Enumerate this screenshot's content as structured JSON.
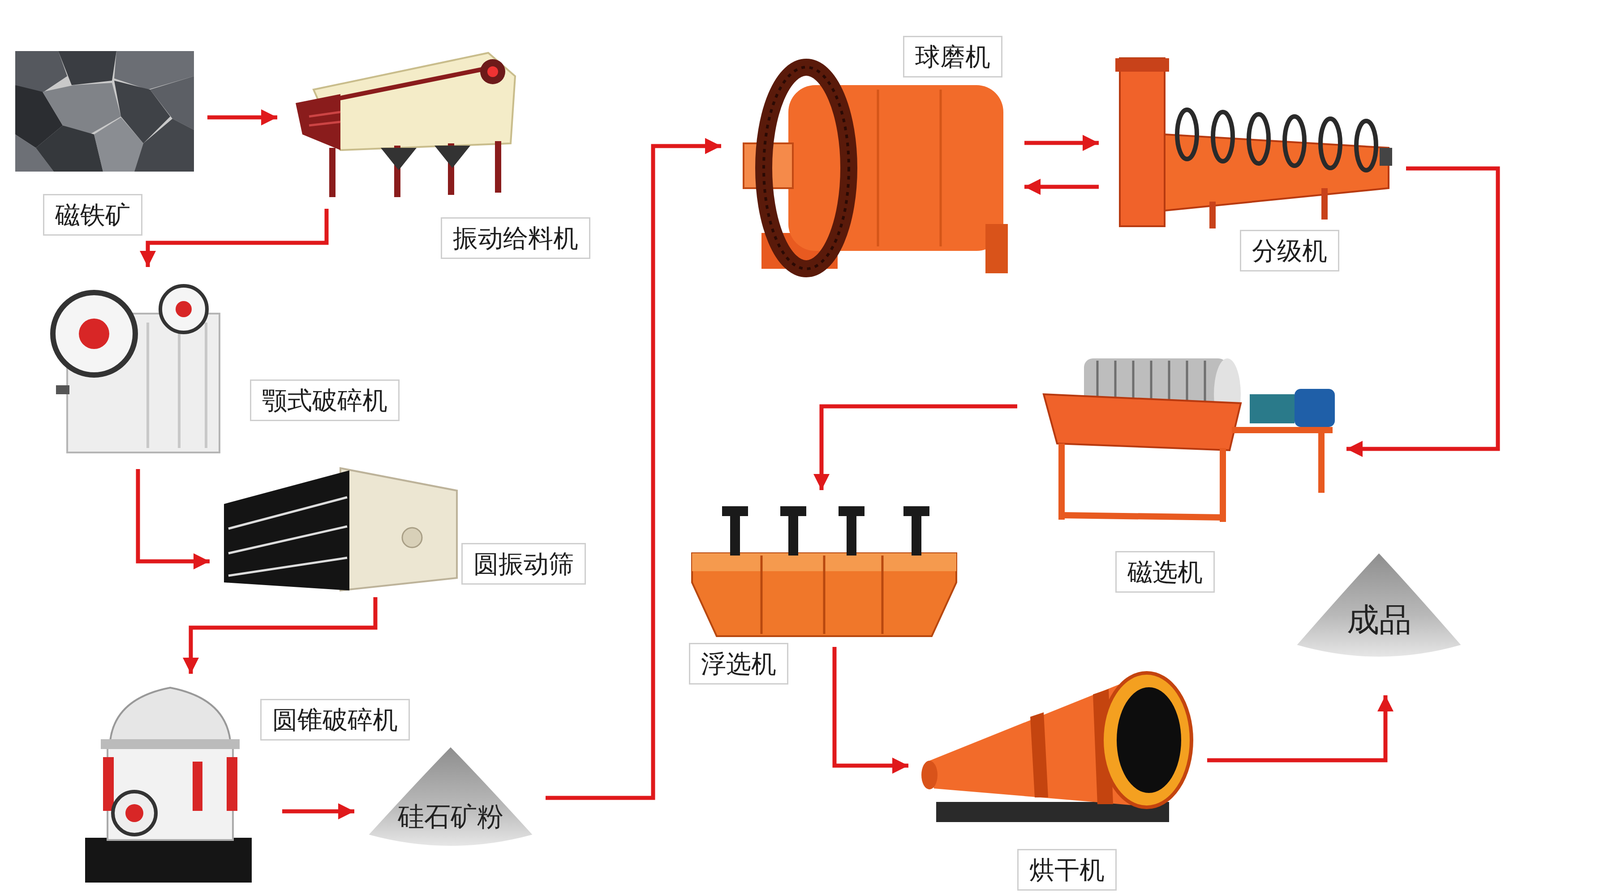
{
  "diagram": {
    "nodes": [
      {
        "text": [
          "磁铁矿"
        ]
      },
      {
        "text": [
          "振动给料机"
        ]
      },
      {
        "text": [
          "颚式破碎机"
        ]
      },
      {
        "text": [
          "圆振动筛"
        ]
      },
      {
        "text": [
          "圆锥破碎机"
        ]
      },
      {
        "text": [
          "硅石矿粉"
        ]
      },
      {
        "text": [
          "球磨机"
        ]
      },
      {
        "text": [
          "分级机"
        ]
      },
      {
        "text": [
          "磁选机"
        ]
      },
      {
        "text": [
          "浮选机"
        ]
      },
      {
        "text": [
          "烘干机"
        ]
      },
      {
        "text": [
          "成品"
        ]
      }
    ],
    "edges": [
      {
        "from": 0,
        "to": 1,
        "arrow": "to"
      },
      {
        "from": 1,
        "to": 2,
        "arrow": "to"
      },
      {
        "from": 2,
        "to": 3,
        "arrow": "to"
      },
      {
        "from": 3,
        "to": 4,
        "arrow": "to"
      },
      {
        "from": 4,
        "to": 5,
        "arrow": "to"
      },
      {
        "from": 5,
        "to": 6,
        "arrow": "to"
      },
      {
        "from": 6,
        "to": 7,
        "arrow": "to"
      },
      {
        "from": 7,
        "to": 6,
        "arrow": "to"
      },
      {
        "from": 7,
        "to": 8,
        "arrow": "to"
      },
      {
        "from": 8,
        "to": 9,
        "arrow": "to"
      },
      {
        "from": 9,
        "to": 10,
        "arrow": "to"
      },
      {
        "from": 10,
        "to": 11,
        "arrow": "to"
      }
    ]
  }
}
